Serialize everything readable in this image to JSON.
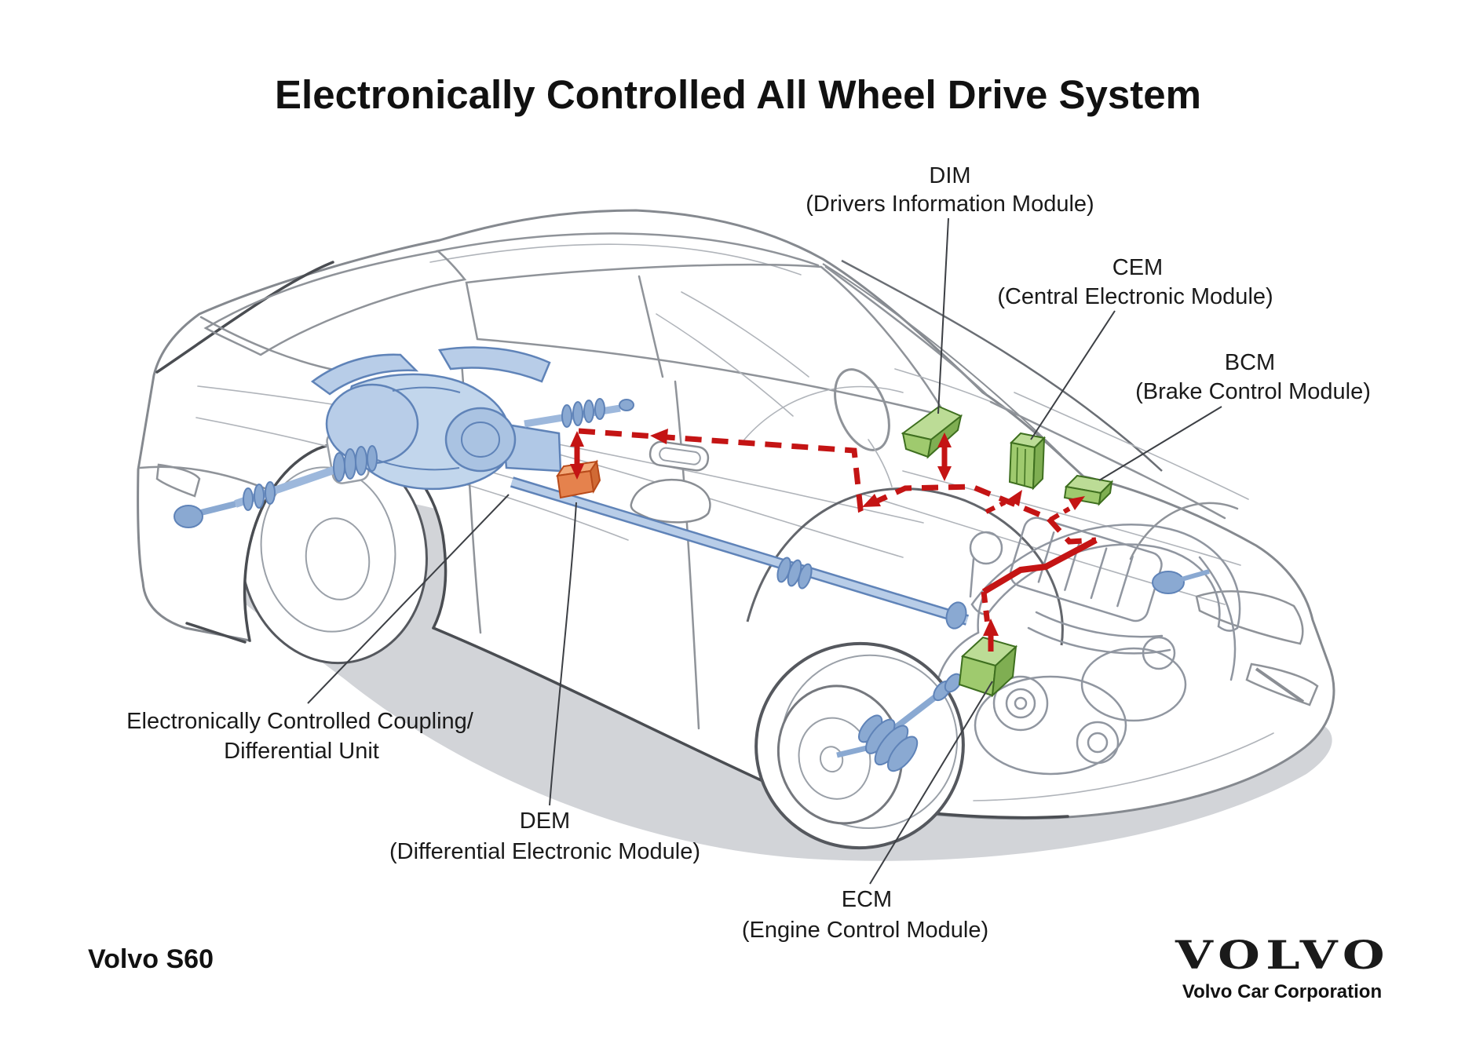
{
  "title": "Electronically Controlled All Wheel Drive System",
  "labels": {
    "dim": {
      "abbr": "DIM",
      "full": "(Drivers Information Module)"
    },
    "cem": {
      "abbr": "CEM",
      "full": "(Central Electronic Module)"
    },
    "bcm": {
      "abbr": "BCM",
      "full": "(Brake Control Module)"
    },
    "ecm": {
      "abbr": "ECM",
      "full": "(Engine Control Module)"
    },
    "dem": {
      "abbr": "DEM",
      "full": "(Differential Electronic Module)"
    },
    "coupling": {
      "line1": "Electronically Controlled Coupling/",
      "line2": "Differential Unit"
    }
  },
  "footer": {
    "model": "Volvo S60",
    "logo_text": "VOLVO",
    "company": "Volvo Car Corporation"
  },
  "colors": {
    "module_green": "#9fca6e",
    "module_green_light": "#bcdc96",
    "module_green_dark": "#7fae52",
    "bus_red": "#c41414",
    "driveline_blue": "#b8cde8",
    "driveline_blue_stroke": "#5f83b8",
    "dem_orange": "#e5824d",
    "volvo_blue": "#2b3a97",
    "shadow_gray": "#d2d4d8"
  }
}
